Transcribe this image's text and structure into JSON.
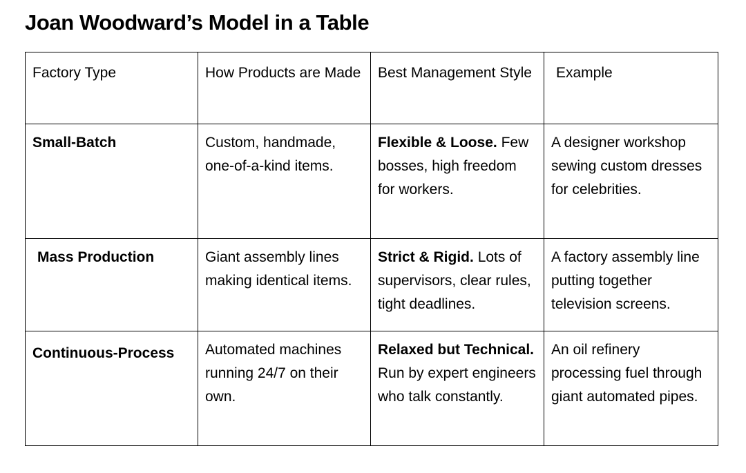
{
  "title": "Joan Woodward’s Model in a Table",
  "table": {
    "headers": [
      "Factory Type",
      "How Products are Made",
      "Best Management Style",
      "Example"
    ],
    "rows": [
      {
        "factory_type": "Small-Batch",
        "how_made": "Custom, handmade, one-of-a-kind items.",
        "management_bold": "Flexible & Loose.",
        "management_rest": "Few bosses, high freedom for workers.",
        "example": "A designer workshop sewing custom dresses for celebrities."
      },
      {
        "factory_type": "Mass Production",
        "how_made": "Giant assembly lines making identical items.",
        "management_bold": "Strict & Rigid.",
        "management_rest": "Lots of supervisors, clear rules, tight deadlines.",
        "example": "A factory assembly line putting together television screens."
      },
      {
        "factory_type": "Continuous-Process",
        "how_made": "Automated machines running 24/7 on their own.",
        "management_bold": "Relaxed but Technical.",
        "management_rest": "Run by expert engineers who talk constantly.",
        "example": "An oil refinery processing fuel through giant automated pipes."
      }
    ]
  }
}
